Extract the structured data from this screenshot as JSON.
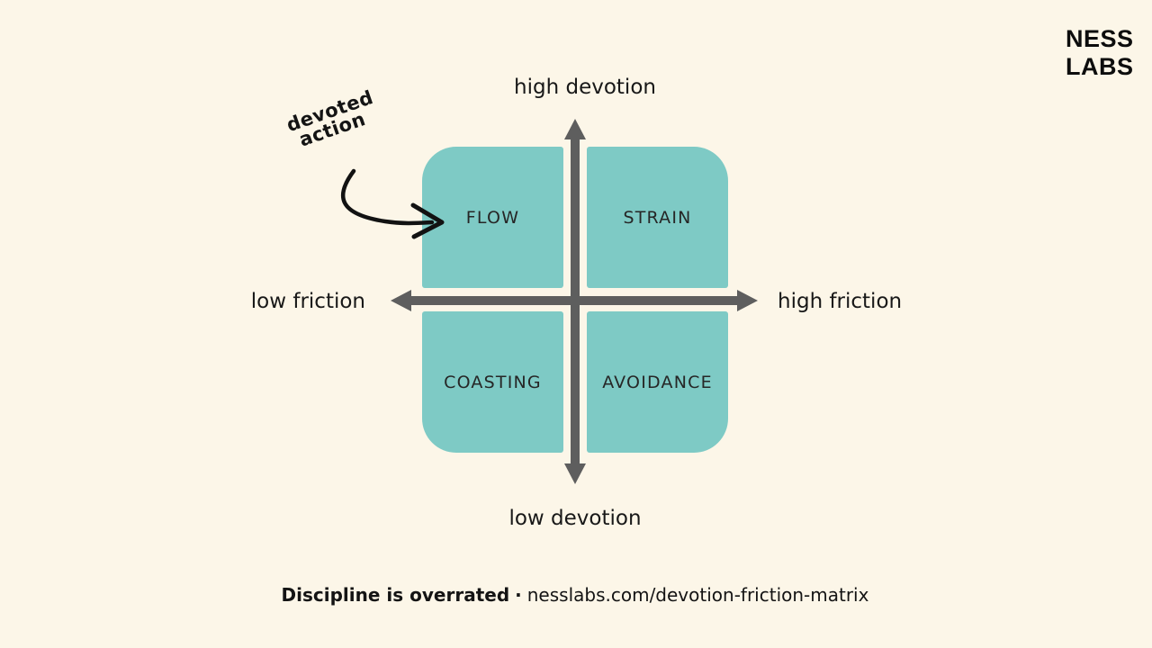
{
  "colors": {
    "background": "#fcf6e8",
    "quadrant": "#7ecac5",
    "axis": "#5e5e5e",
    "ink": "#1c1c1c"
  },
  "brand": {
    "line1": "NESS",
    "line2": "LABS"
  },
  "matrix": {
    "axes": {
      "top": "high devotion",
      "bottom": "low devotion",
      "left": "low friction",
      "right": "high friction"
    },
    "quadrants": [
      {
        "label": "FLOW",
        "position": "top-left"
      },
      {
        "label": "STRAIN",
        "position": "top-right"
      },
      {
        "label": "COASTING",
        "position": "bottom-left"
      },
      {
        "label": "AVOIDANCE",
        "position": "bottom-right"
      }
    ],
    "annotation": {
      "line1": "devoted",
      "line2": "action"
    }
  },
  "footer": {
    "title": "Discipline is overrated",
    "separator": "·",
    "url": "nesslabs.com/devotion-friction-matrix"
  }
}
